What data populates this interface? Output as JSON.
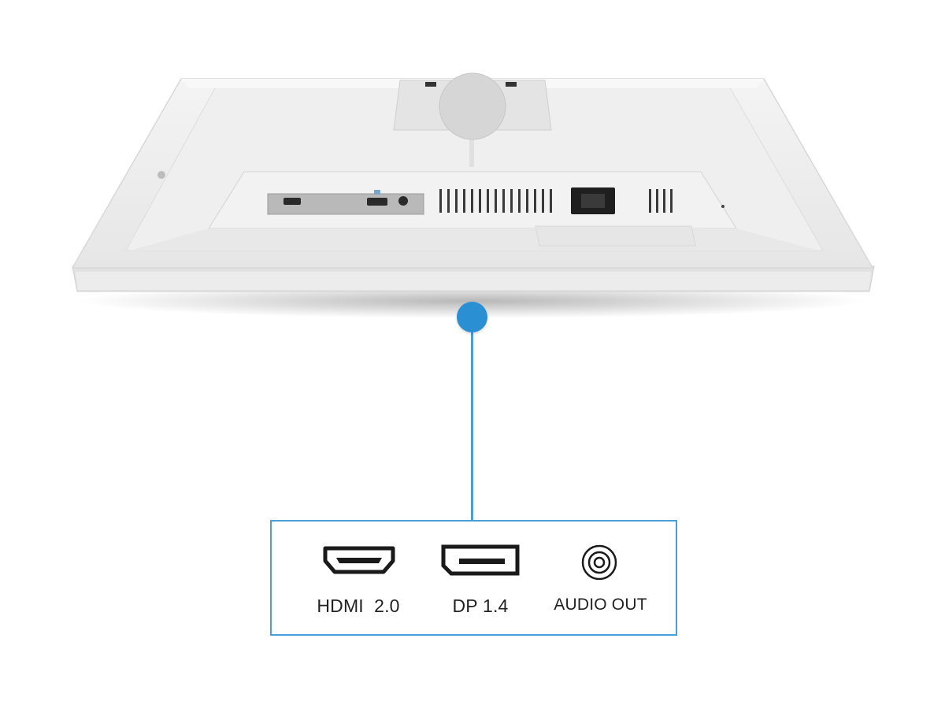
{
  "product": {
    "image_name": "monitor-back-white"
  },
  "ports": [
    {
      "icon": "hdmi-port-icon",
      "label": "HDMI  2.0"
    },
    {
      "icon": "displayport-icon",
      "label": "DP 1.4"
    },
    {
      "icon": "audio-out-icon",
      "label": "AUDIO OUT"
    }
  ],
  "colors": {
    "accent": "#2b8fd4",
    "line": "#4a9fd6",
    "text": "#222222"
  }
}
